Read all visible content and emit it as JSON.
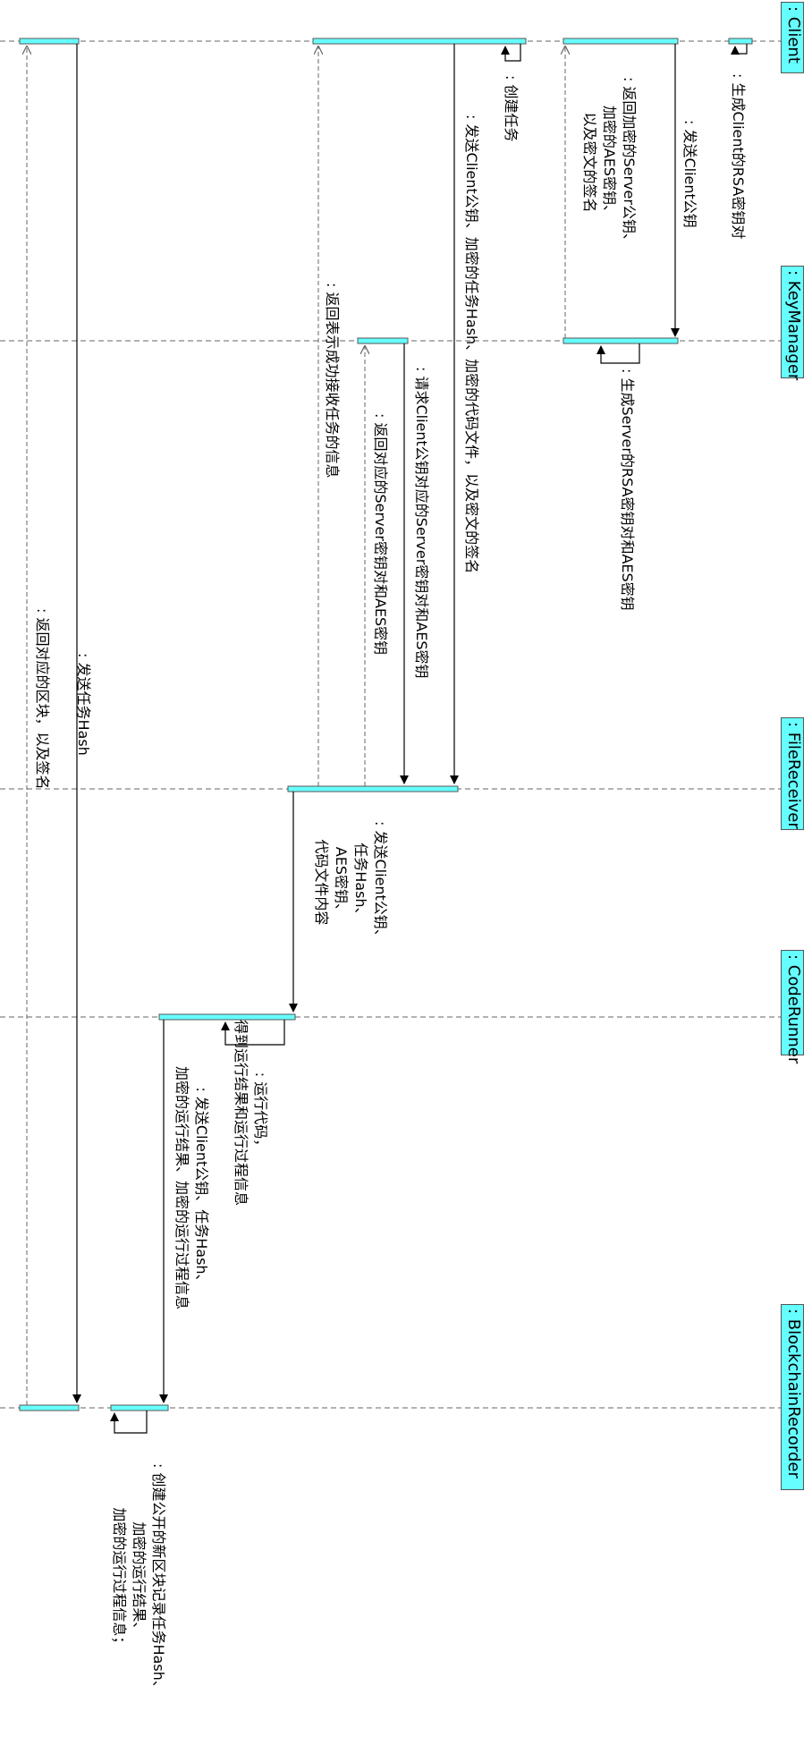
{
  "colors": {
    "actor_fill": "#66ffff",
    "activation_fill": "#66ffff",
    "line": "#000000",
    "lifeline": "#666666"
  },
  "actors": [
    {
      "id": "client",
      "label": ": Client"
    },
    {
      "id": "keymanager",
      "label": ": KeyManager"
    },
    {
      "id": "filereceiver",
      "label": ": FileReceiver"
    },
    {
      "id": "coderunner",
      "label": ": CodeRunner"
    },
    {
      "id": "blockchain",
      "label": ": BlockchainRecorder"
    }
  ],
  "messages": [
    {
      "id": "m1",
      "lines": [
        ": 生成Client的RSA密钥对"
      ]
    },
    {
      "id": "m2",
      "lines": [
        ": 发送Client公钥"
      ]
    },
    {
      "id": "m3",
      "lines": [
        ": 生成Server的RSA密钥对和AES密钥"
      ]
    },
    {
      "id": "m4",
      "lines": [
        ": 返回加密的Server公钥、",
        "加密的AES密钥、",
        "以及密文的签名"
      ]
    },
    {
      "id": "m5",
      "lines": [
        ": 创建任务"
      ]
    },
    {
      "id": "m6",
      "lines": [
        ": 发送Client公钥、加密的任务Hash、加密的代码文件，以及密文的签名"
      ]
    },
    {
      "id": "m7",
      "lines": [
        ": 请求Client公钥对应的Server密钥对和AES密钥"
      ]
    },
    {
      "id": "m8",
      "lines": [
        ": 返回对应的Server密钥对和AES密钥"
      ]
    },
    {
      "id": "m9",
      "lines": [
        ": 返回表示成功接收任务的信息"
      ]
    },
    {
      "id": "m10",
      "lines": [
        ": 发送Client公钥、",
        "任务Hash、",
        "AES密钥、",
        "代码文件内容"
      ]
    },
    {
      "id": "m11",
      "lines": [
        ": 运行代码，",
        "得到运行结果和运行过程信息"
      ]
    },
    {
      "id": "m12",
      "lines": [
        ": 发送Client公钥、任务Hash、",
        "加密的运行结果、加密的运行过程信息"
      ]
    },
    {
      "id": "m13",
      "lines": [
        ": 发送任务Hash"
      ]
    },
    {
      "id": "m14",
      "lines": [
        ": 返回对应的区块，以及签名"
      ]
    },
    {
      "id": "m15",
      "lines": [
        ": 创建公开的新区块记录任务Hash、",
        "加密的运行结果、",
        "加密的运行过程信息；"
      ]
    }
  ]
}
